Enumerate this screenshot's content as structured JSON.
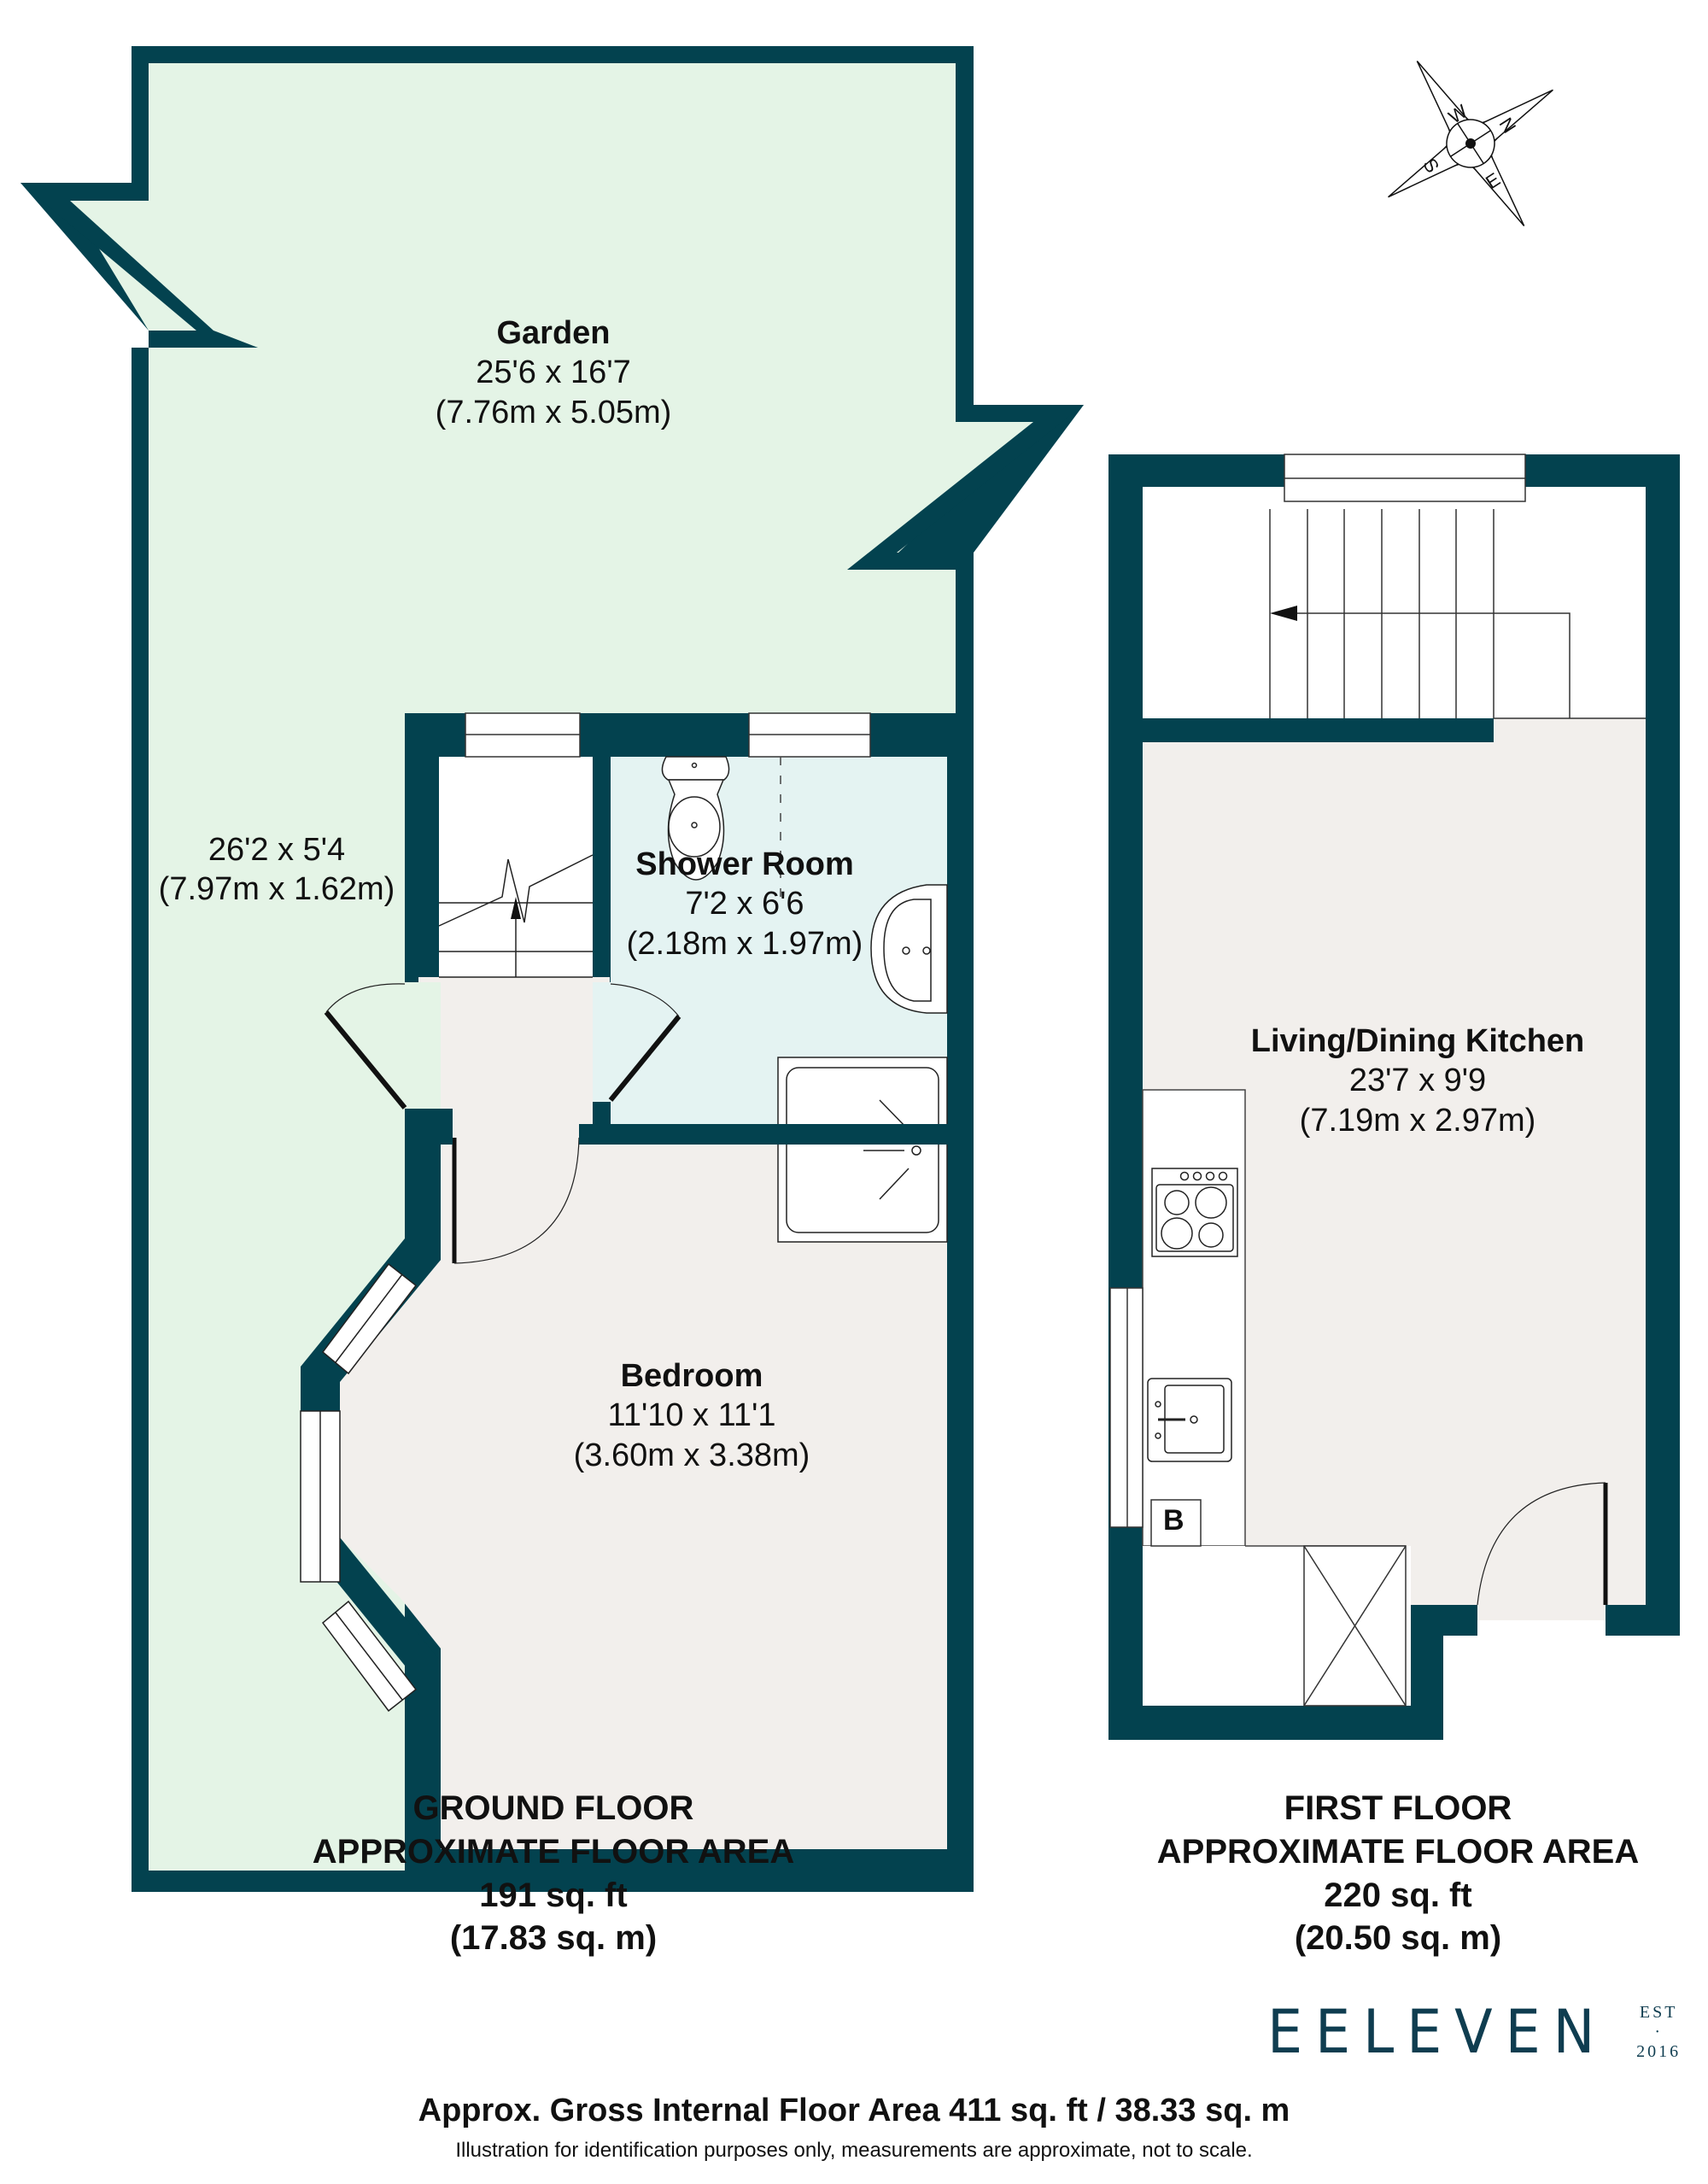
{
  "colors": {
    "wall": "#03424f",
    "garden_fill": "#e4f4e6",
    "shower_fill": "#e4f3f2",
    "room_fill": "#f2efec",
    "fixture_fill": "#ffffff",
    "brand": "#0f3d50"
  },
  "compass": {
    "icon": "compass-rose-icon",
    "labels": {
      "n": "N",
      "e": "E",
      "s": "S",
      "w": "W"
    }
  },
  "ground_floor": {
    "rooms": [
      {
        "name": "Garden",
        "imperial": "25'6 x 16'7",
        "metric": "(7.76m x 5.05m)"
      },
      {
        "name": "",
        "imperial": "26'2 x 5'4",
        "metric": "(7.97m x 1.62m)"
      },
      {
        "name": "Shower Room",
        "imperial": "7'2 x 6'6",
        "metric": "(2.18m x 1.97m)"
      },
      {
        "name": "Bedroom",
        "imperial": "11'10 x 11'1",
        "metric": "(3.60m x 3.38m)"
      }
    ],
    "caption": {
      "line1": "GROUND FLOOR",
      "line2": "APPROXIMATE FLOOR AREA",
      "sqft": "191 sq. ft",
      "sqm": "(17.83 sq. m)"
    }
  },
  "first_floor": {
    "rooms": [
      {
        "name": "Living/Dining Kitchen",
        "imperial": "23'7 x 9'9",
        "metric": "(7.19m x 2.97m)"
      }
    ],
    "fixtures": {
      "boiler_label": "B"
    },
    "caption": {
      "line1": "FIRST FLOOR",
      "line2": "APPROXIMATE FLOOR AREA",
      "sqft": "220 sq. ft",
      "sqm": "(20.50 sq. m)"
    }
  },
  "brand": {
    "name": "EELEVEN",
    "est_top": "EST",
    "est_dot": "·",
    "est_year": "2016"
  },
  "footer": {
    "gross_area": "Approx. Gross Internal Floor Area 411 sq. ft / 38.33 sq. m",
    "disclaimer": "Illustration for identification purposes only, measurements are approximate, not to scale."
  }
}
